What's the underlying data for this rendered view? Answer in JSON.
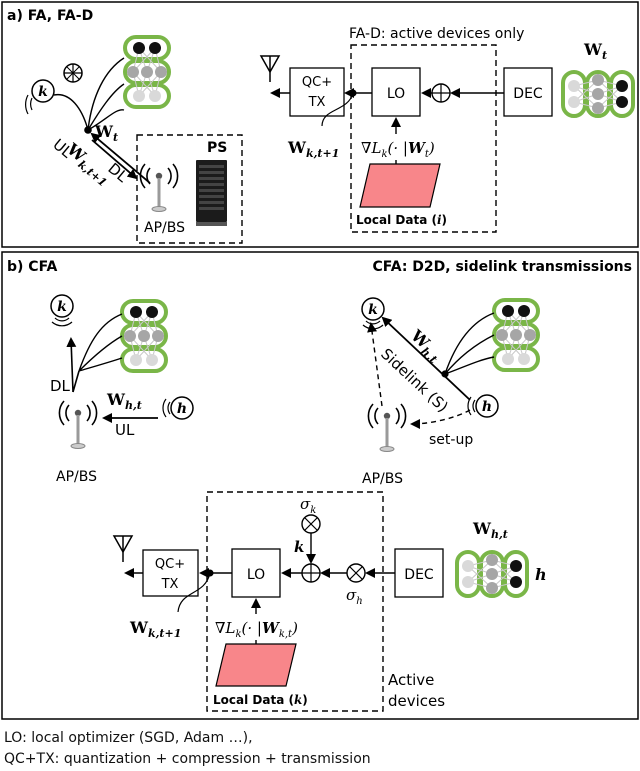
{
  "panel_a": {
    "title": "a) FA, FA-D",
    "dashed_label": "FA-D: active devices only",
    "ul": "UL",
    "dl": "DL",
    "ps": "PS",
    "ap_bs": "AP/BS",
    "qctx_1": "QC+",
    "qctx_2": "TX",
    "lo": "LO",
    "dec": "DEC",
    "local_data": "Local Data (",
    "local_data_idx": "i",
    "local_data_close": ")",
    "device_k": "k",
    "w_main": "W",
    "w_sub": "t",
    "w_next": "W",
    "w_next_sub": "k,t+1",
    "grad": "∇L",
    "grad_sub": "k",
    "grad_arg": "(· |",
    "grad_w": "W",
    "grad_w_sub": "t",
    "grad_close": ")"
  },
  "panel_b": {
    "title": "b) CFA",
    "subtitle": "CFA: D2D, sidelink transmissions",
    "dl": "DL",
    "ul": "UL",
    "ap_bs_left": "AP/BS",
    "ap_bs_right": "AP/BS",
    "sidelink": "Sidelink (S)",
    "setup": "set-up",
    "device_k": "k",
    "device_h": "h",
    "w_ht": "W",
    "w_ht_sub": "h,t",
    "qctx_1": "QC+",
    "qctx_2": "TX",
    "lo": "LO",
    "dec": "DEC",
    "sigma_k": "σ",
    "sigma_k_sub": "k",
    "sigma_h": "σ",
    "sigma_h_sub": "h",
    "k_bold": "k",
    "h_bold": "h",
    "w_next": "W",
    "w_next_sub": "k,t+1",
    "grad": "∇L",
    "grad_sub": "k",
    "grad_arg": "(· |",
    "grad_w": "W",
    "grad_w_sub": "k,t",
    "grad_close": ")",
    "local_data": "Local Data (",
    "local_data_idx": "k",
    "local_data_close": ")",
    "active_1": "Active",
    "active_2": "devices"
  },
  "footer": {
    "line1": "LO: local optimizer (SGD, Adam …),",
    "line2": "QC+TX: quantization + compression + transmission"
  },
  "colors": {
    "nn_outline": "#7ab648",
    "node_dark": "#111111",
    "node_gray": "#a6a6a6",
    "node_light": "#d9d9d9",
    "local_data_fill": "#f8868a"
  }
}
